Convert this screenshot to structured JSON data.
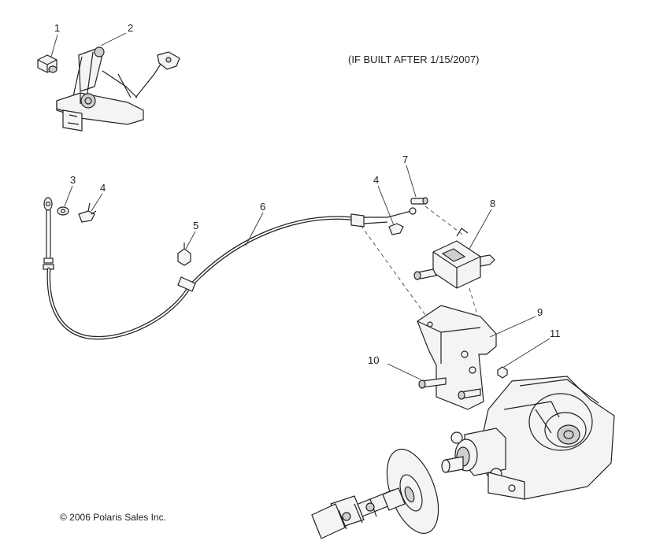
{
  "note": "(IF BUILT AFTER 1/15/2007)",
  "copyright": "© 2006 Polaris Sales Inc.",
  "callouts": {
    "c1": "1",
    "c2": "2",
    "c3": "3",
    "c4a": "4",
    "c4b": "4",
    "c5": "5",
    "c6": "6",
    "c7": "7",
    "c8": "8",
    "c9": "9",
    "c10": "10",
    "c11": "11"
  }
}
